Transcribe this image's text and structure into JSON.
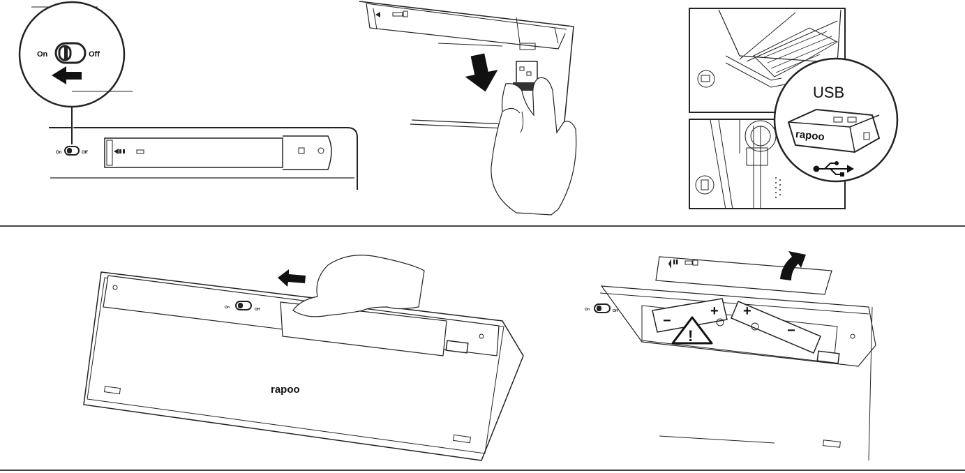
{
  "switch": {
    "on_label": "On",
    "off_label": "Off",
    "on_small": "On",
    "off_small": "Off"
  },
  "receiver": {
    "port_label": "USB",
    "brand": "rapoo"
  },
  "keyboard": {
    "brand": "rapoo"
  },
  "batteries": {
    "plus": "+",
    "minus": "−",
    "warning": "!"
  },
  "icons": [
    "switch-arrow-left-icon",
    "insert-down-arrow-icon",
    "usb-symbol-icon",
    "slide-left-arrow-icon",
    "lift-up-arrow-icon",
    "warning-triangle-icon"
  ]
}
